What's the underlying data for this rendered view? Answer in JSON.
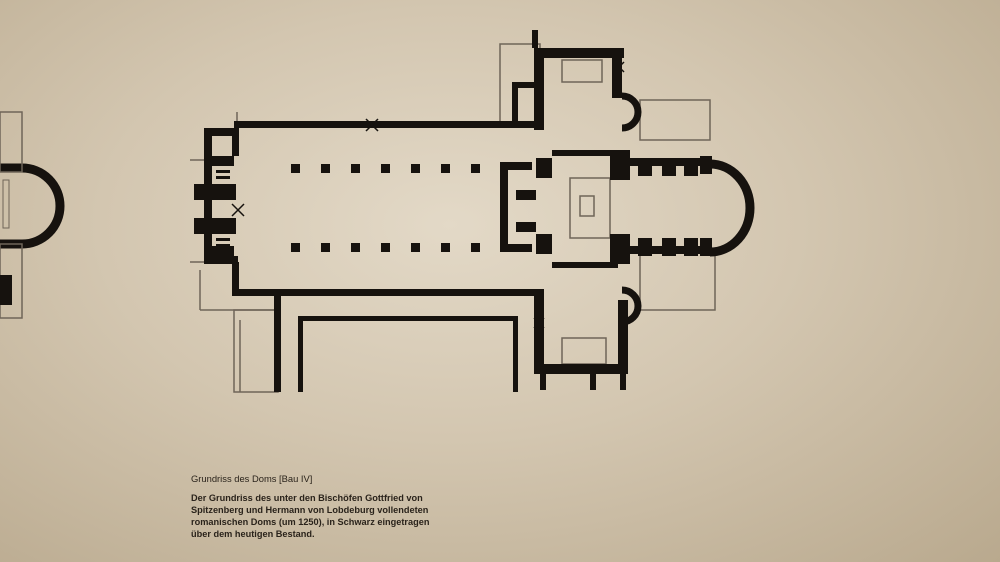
{
  "caption": {
    "title": "Grundriss des Doms [Bau IV]",
    "body_lines": [
      "Der Grundriss des unter den Bischöfen Gottfried von",
      "Spitzenberg und Hermann von Lobdeburg vollendeten",
      "romanischen Doms (um 1250), in Schwarz eingetragen",
      "über dem heutigen Bestand."
    ]
  },
  "colors": {
    "background": "#d8ccb8",
    "wall_black": "#16120e",
    "outline_gray": "#6f6558",
    "text": "#2a231b"
  },
  "icons": {
    "plan": "floor-plan-drawing",
    "partial_plan": "partial-floor-plan-fragment"
  }
}
